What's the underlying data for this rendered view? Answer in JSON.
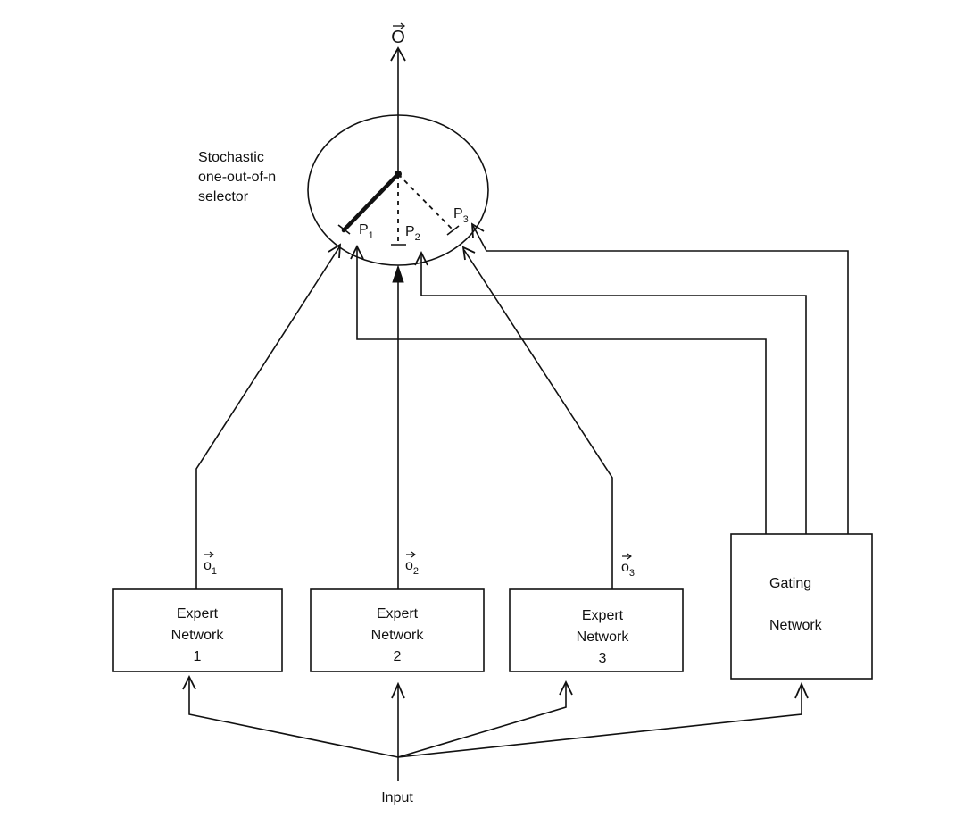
{
  "output_label": "O",
  "selector_label": [
    "Stochastic",
    "one-out-of-n",
    "selector"
  ],
  "probabilities": [
    {
      "base": "P",
      "sub": "1"
    },
    {
      "base": "P",
      "sub": "2"
    },
    {
      "base": "P",
      "sub": "3"
    }
  ],
  "experts": [
    {
      "lines": [
        "Expert",
        "Network",
        "1"
      ],
      "output": {
        "base": "o",
        "sub": "1"
      }
    },
    {
      "lines": [
        "Expert",
        "Network",
        "2"
      ],
      "output": {
        "base": "o",
        "sub": "2"
      }
    },
    {
      "lines": [
        "Expert",
        "Network",
        "3"
      ],
      "output": {
        "base": "o",
        "sub": "3"
      }
    }
  ],
  "gating": {
    "lines": [
      "Gating",
      "Network"
    ]
  },
  "input_label": "Input"
}
